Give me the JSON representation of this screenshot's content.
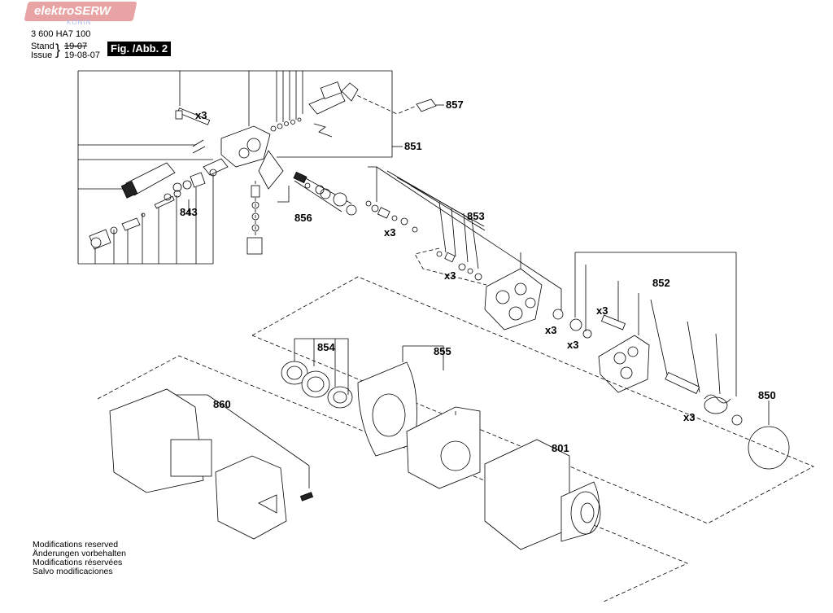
{
  "brand": {
    "logo_text": "elektroSERW",
    "logo_sub": "KONIN",
    "logo_color": "#e8a4a4"
  },
  "header": {
    "part_number": "3 600 HA7 100",
    "stand_label": "Stand",
    "issue_label": "Issue",
    "old_date": "19-07",
    "new_date": "19-08-07",
    "figure": "Fig. /Abb. 2"
  },
  "callouts": {
    "c857": "857",
    "c851": "851",
    "c843": "843",
    "c856": "856",
    "c853": "853",
    "c852": "852",
    "c854": "854",
    "c855": "855",
    "c860": "860",
    "c801": "801",
    "c850": "850"
  },
  "quantities": {
    "q1": "x3",
    "q2": "x3",
    "q3": "x3",
    "q4": "x3",
    "q5": "x3",
    "q6": "x3",
    "q7": "x3"
  },
  "notes": [
    "Modifications reserved",
    "Änderungen vorbehalten",
    "Modifications réservées",
    "Salvo modificaciones"
  ]
}
